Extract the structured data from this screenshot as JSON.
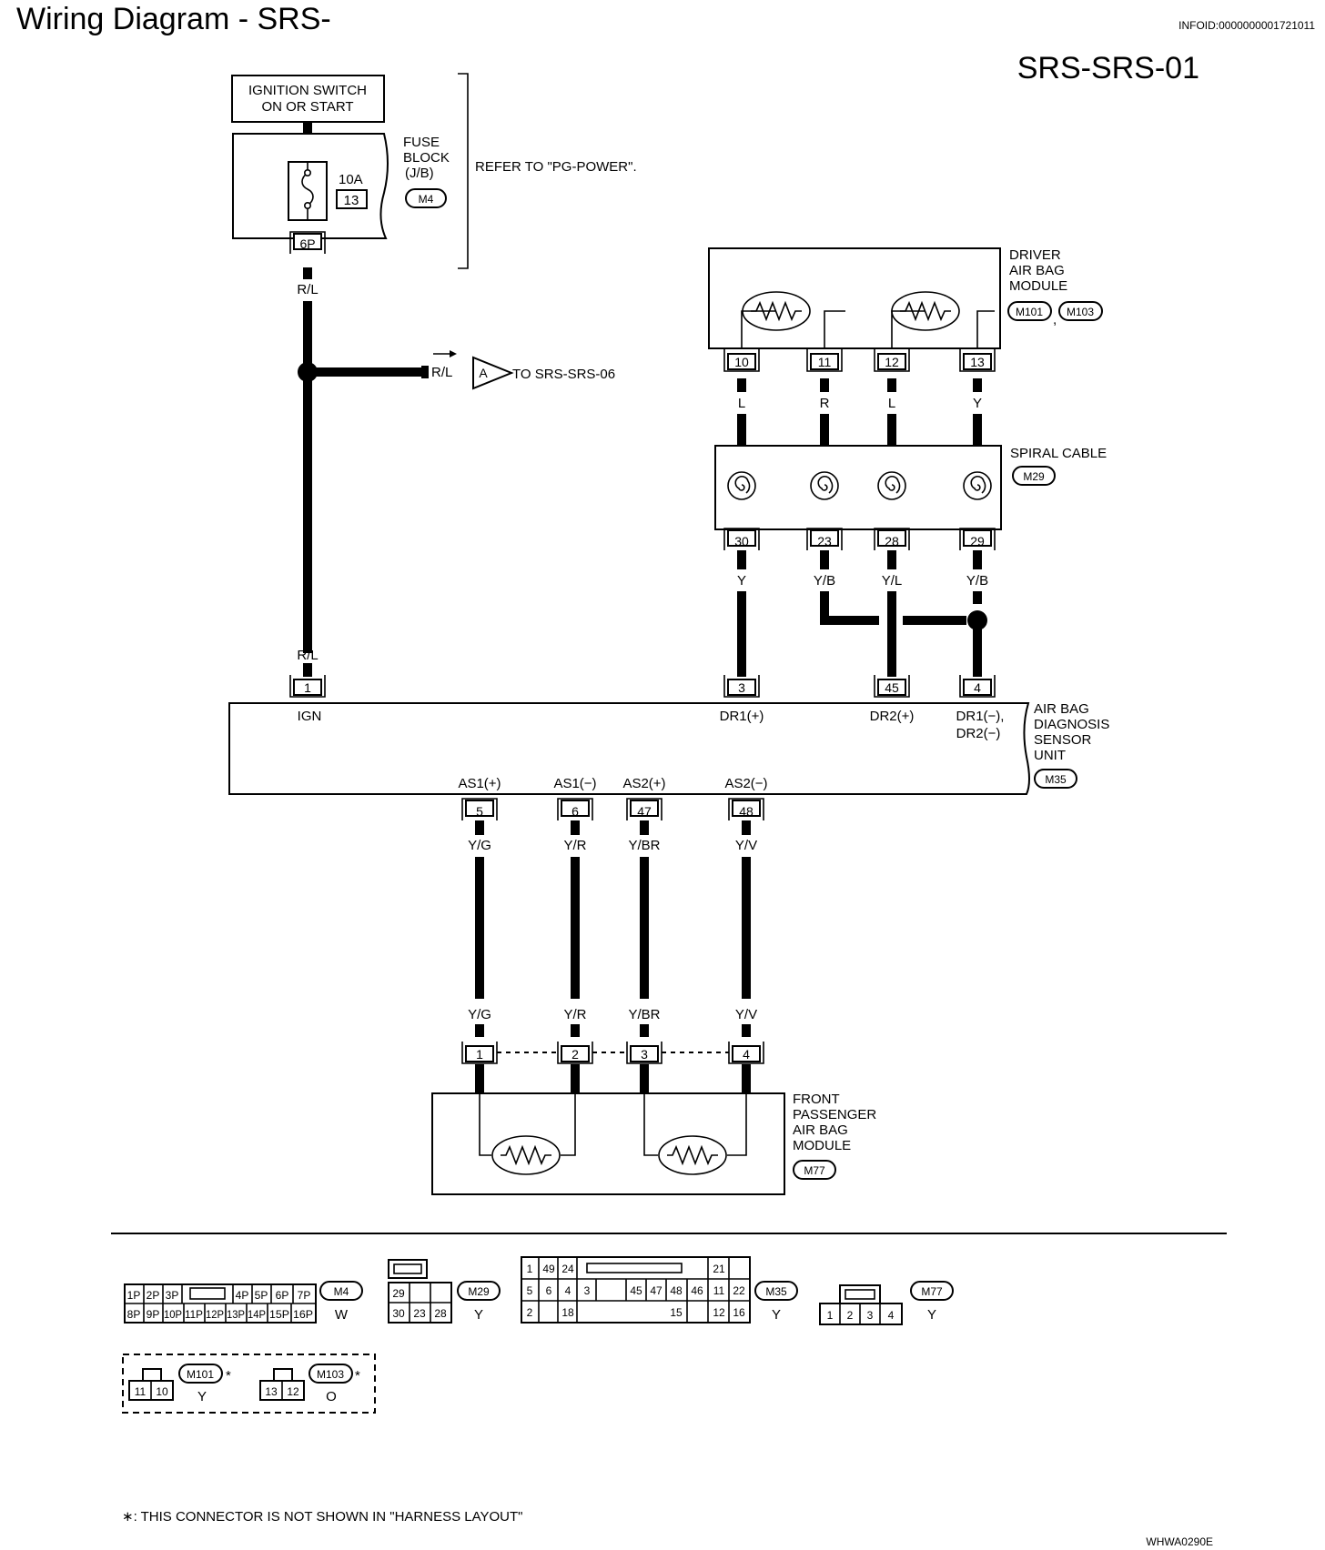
{
  "header": {
    "title": "Wiring Diagram - SRS-",
    "info_id": "INFOID:0000000001721011",
    "diagram_id": "SRS-SRS-01"
  },
  "ignition": {
    "line1": "IGNITION SWITCH",
    "line2": "ON OR START"
  },
  "fuse_block": {
    "label": [
      "FUSE",
      "BLOCK",
      "(J/B)"
    ],
    "connector": "M4",
    "fuse_rating": "10A",
    "fuse_number": "13",
    "terminal": "6P",
    "refer": "REFER TO \"PG-POWER\"."
  },
  "branch": {
    "wire": "R/L",
    "point": "A",
    "target": "TO SRS-SRS-06"
  },
  "driver_module": {
    "label": [
      "DRIVER",
      "AIR BAG",
      "MODULE"
    ],
    "connectors": [
      "M101",
      "M103"
    ],
    "separator": ",",
    "pins": [
      "10",
      "11",
      "12",
      "13"
    ],
    "wires": [
      "L",
      "R",
      "L",
      "Y"
    ]
  },
  "spiral_cable": {
    "label": "SPIRAL CABLE",
    "connector": "M29",
    "pins": [
      "30",
      "23",
      "28",
      "29"
    ],
    "wires": [
      "Y",
      "Y/B",
      "Y/L",
      "Y/B"
    ]
  },
  "sensor_unit": {
    "label": [
      "AIR BAG",
      "DIAGNOSIS",
      "SENSOR",
      "UNIT"
    ],
    "connector": "M35",
    "wire_in": "R/L",
    "top_pins": [
      {
        "pin": "1",
        "name": "IGN"
      },
      {
        "pin": "3",
        "name": "DR1(+)"
      },
      {
        "pin": "45",
        "name": "DR2(+)"
      },
      {
        "pin": "4",
        "name": "DR1(−),",
        "name2": "DR2(−)"
      }
    ],
    "bottom_pins": [
      {
        "pin": "5",
        "name": "AS1(+)",
        "wire": "Y/G"
      },
      {
        "pin": "6",
        "name": "AS1(−)",
        "wire": "Y/R"
      },
      {
        "pin": "47",
        "name": "AS2(+)",
        "wire": "Y/BR"
      },
      {
        "pin": "48",
        "name": "AS2(−)",
        "wire": "Y/V"
      }
    ]
  },
  "passenger_module": {
    "label": [
      "FRONT",
      "PASSENGER",
      "AIR BAG",
      "MODULE"
    ],
    "connector": "M77",
    "pins": [
      "1",
      "2",
      "3",
      "4"
    ],
    "wires": [
      "Y/G",
      "Y/R",
      "Y/BR",
      "Y/V"
    ]
  },
  "connector_views": {
    "m4": {
      "name": "M4",
      "color": "W",
      "row1": [
        "1P",
        "2P",
        "3P",
        "4P",
        "5P",
        "6P",
        "7P"
      ],
      "row2": [
        "8P",
        "9P",
        "10P",
        "11P",
        "12P",
        "13P",
        "14P",
        "15P",
        "16P"
      ]
    },
    "m29": {
      "name": "M29",
      "color": "Y",
      "row1": [
        "29",
        "",
        ""
      ],
      "row2": [
        "30",
        "23",
        "28"
      ]
    },
    "m35": {
      "name": "M35",
      "color": "Y",
      "row1": [
        "1",
        "49",
        "24",
        "21"
      ],
      "row2": [
        "5",
        "6",
        "4",
        "3",
        "45",
        "47",
        "48",
        "46",
        "11",
        "22"
      ],
      "row3": [
        "2",
        "18",
        "15",
        "12",
        "16"
      ]
    },
    "m77": {
      "name": "M77",
      "color": "Y",
      "row": [
        "1",
        "2",
        "3",
        "4"
      ]
    },
    "m101": {
      "name": "M101",
      "color": "Y",
      "pins": [
        "11",
        "10"
      ]
    },
    "m103": {
      "name": "M103",
      "color": "O",
      "pins": [
        "13",
        "12"
      ]
    },
    "star": "*"
  },
  "footnote": "∗: THIS CONNECTOR IS NOT SHOWN IN \"HARNESS LAYOUT\"",
  "figure_id": "WHWA0290E"
}
